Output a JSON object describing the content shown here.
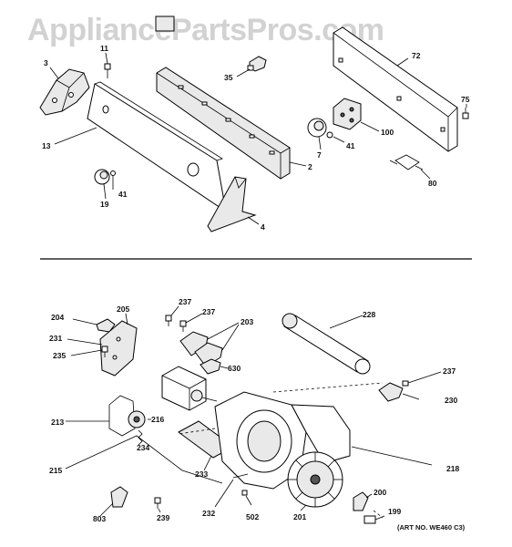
{
  "watermark": "AppliancePartsPros.com",
  "art_number": "(ART NO. WE460 C3)",
  "callouts": {
    "top": {
      "c3": "3",
      "c11": "11",
      "c13": "13",
      "c19": "19",
      "c41a": "41",
      "c4": "4",
      "c2": "2",
      "c35": "35",
      "c72": "72",
      "c75": "75",
      "c100": "100",
      "c41b": "41",
      "c7": "7",
      "c80": "80"
    },
    "bottom": {
      "c204": "204",
      "c205": "205",
      "c231": "231",
      "c235": "235",
      "c237a": "237",
      "c237b": "237",
      "c203": "203",
      "c630": "630",
      "c228": "228",
      "c237c": "237",
      "c230": "230",
      "c213": "213",
      "c216": "216",
      "c234": "234",
      "c215": "215",
      "c233": "233",
      "c218": "218",
      "c803": "803",
      "c239": "239",
      "c232": "232",
      "c502": "502",
      "c201": "201",
      "c200": "200",
      "c199": "199"
    }
  }
}
